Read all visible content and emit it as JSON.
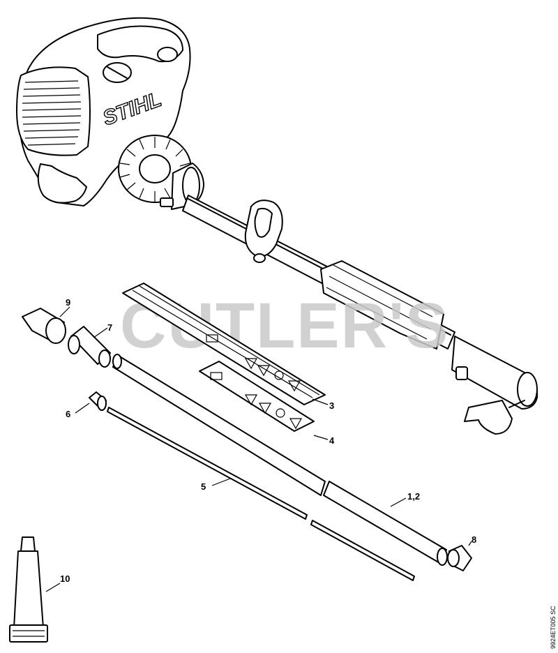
{
  "brand": {
    "logo_text": "STIHL"
  },
  "watermark": "CUTLER'S",
  "reference_code": "9924ET005 SC",
  "callouts": [
    {
      "id": "c9",
      "label": "9"
    },
    {
      "id": "c7",
      "label": "7"
    },
    {
      "id": "c6",
      "label": "6"
    },
    {
      "id": "c3",
      "label": "3"
    },
    {
      "id": "c4",
      "label": "4"
    },
    {
      "id": "c5",
      "label": "5"
    },
    {
      "id": "c12",
      "label": "1,2"
    },
    {
      "id": "c8",
      "label": "8"
    },
    {
      "id": "c10",
      "label": "10"
    }
  ],
  "icons": [
    "engine-powerhead-icon",
    "drive-tube-icon",
    "loop-handle-icon",
    "coupling-clamp-icon",
    "end-cap-icon",
    "bushing-icon",
    "sleeve-icon",
    "label-icon",
    "drive-shaft-icon",
    "tube-icon",
    "plug-icon",
    "grease-tube-icon"
  ]
}
